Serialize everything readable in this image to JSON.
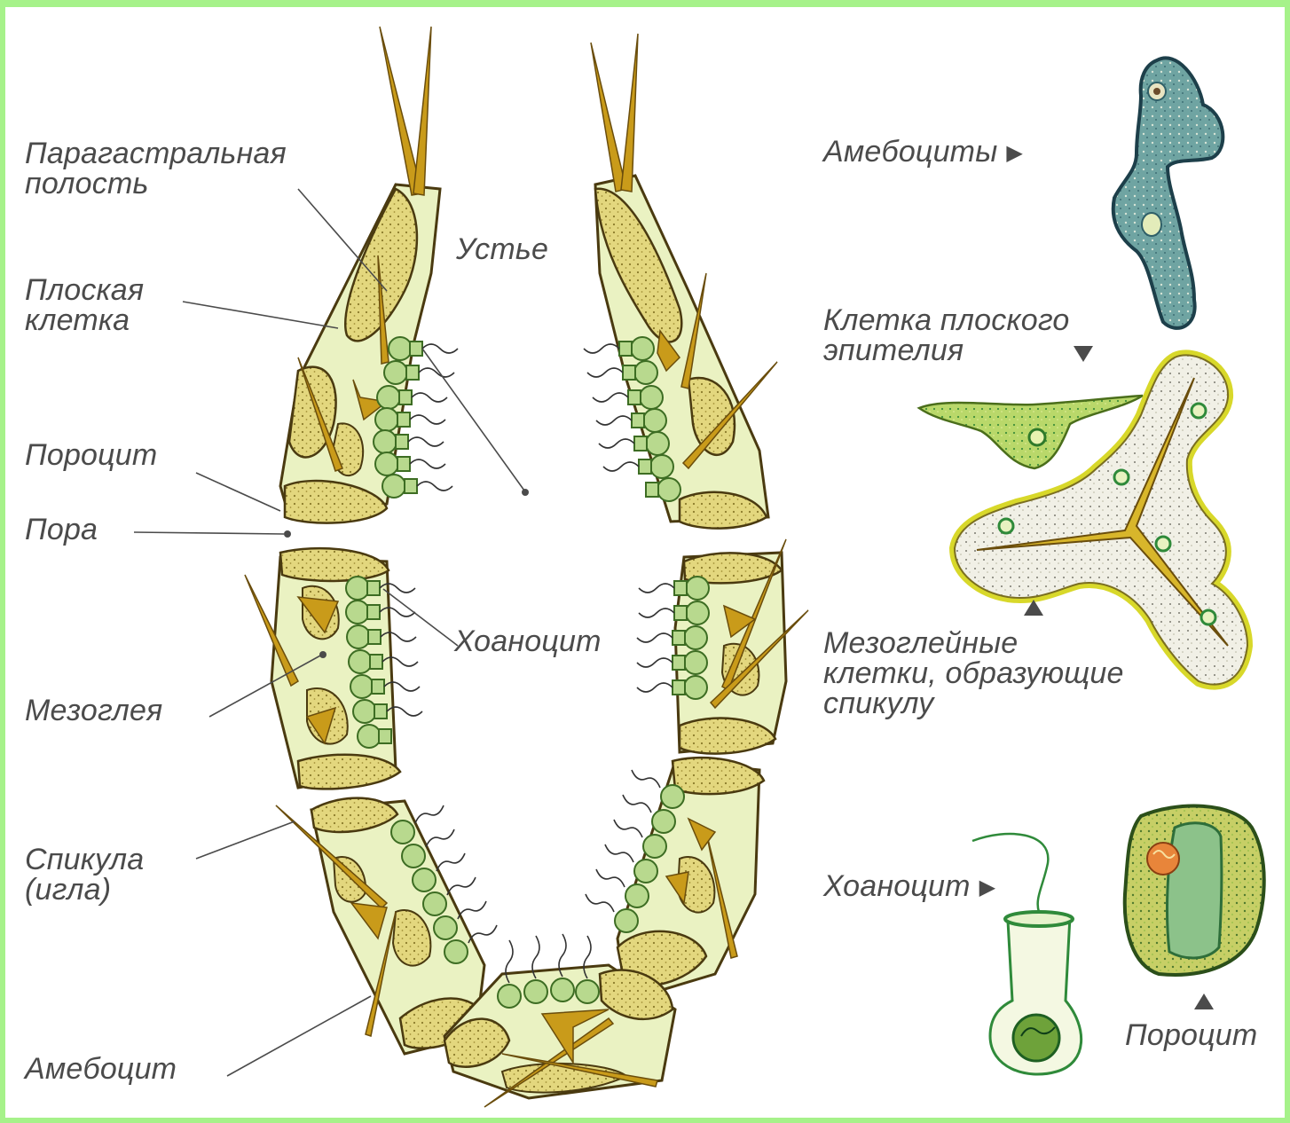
{
  "labels": {
    "paragastral_1": "Парагастральная",
    "paragastral_2": "полость",
    "flat_cell_1": "Плоская",
    "flat_cell_2": "клетка",
    "porocyte": "Пороцит",
    "pore": "Пора",
    "mesoglea": "Мезоглея",
    "spicule_1": "Спикула",
    "spicule_2": "(игла)",
    "amoebocyte": "Амебоцит",
    "osculum": "Устье",
    "choanocyte_center": "Хоаноцит",
    "amoebocytes_right": "Амебоциты",
    "flat_epithelium_1": "Клетка плоского",
    "flat_epithelium_2": "эпителия",
    "mesogleal_1": "Мезоглейные",
    "mesogleal_2": "клетки, образующие",
    "mesogleal_3": "спикулу",
    "choanocyte_right": "Хоаноцит",
    "porocyte_right": "Пороцит"
  },
  "arrow_glyph": "▶",
  "colors": {
    "frame": "#a6f28a",
    "cell_fill": "#e6dc86",
    "cell_outline": "#4a3a10",
    "mesoglea": "#eaf2c2",
    "spicule": "#c99b1a",
    "choanocyte": "#8fc25e",
    "amoebocyte": "#5f9a93",
    "label": "#4b4b4b"
  }
}
